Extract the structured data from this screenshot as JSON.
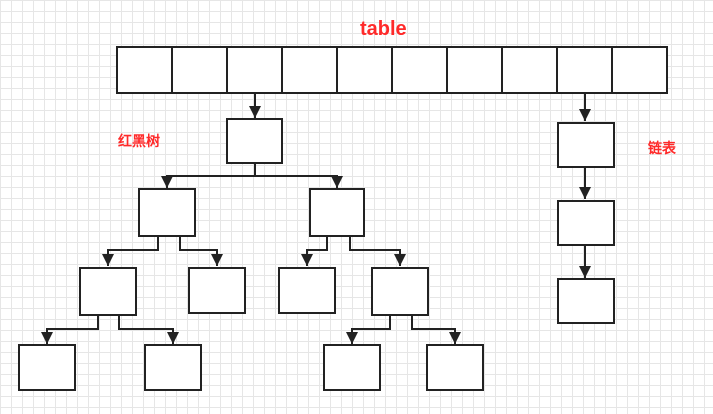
{
  "title": "table",
  "labels": {
    "red_black_tree": "红黑树",
    "linked_list": "链表"
  },
  "table_cells": 10,
  "colors": {
    "label": "#ff2a2a",
    "stroke": "#222222",
    "grid": "#e6e6e6",
    "box_fill": "#ffffff"
  }
}
